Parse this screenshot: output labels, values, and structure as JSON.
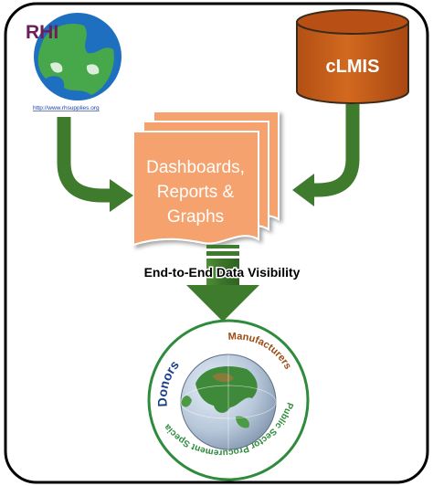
{
  "rhi": {
    "logo_text": "RHI",
    "url": "http://www.rhsupplies.org"
  },
  "clmis": {
    "label": "cLMIS"
  },
  "dashboards": {
    "line1": "Dashboards,",
    "line2": "Reports &",
    "line3": "Graphs"
  },
  "visibility_label": "End-to-End Data Visibility",
  "globe": {
    "donors": "Donors",
    "manufacturers": "Manufacturers",
    "public_sector": "Public Sector Procurement Specialist"
  },
  "colors": {
    "frame_border": "#000000",
    "rhi_text": "#6b1e5a",
    "rhi_blue": "#1f6fc0",
    "rhi_green": "#46a84a",
    "cylinder": "#c05a1b",
    "cylinder_top": "#b84f14",
    "doc_fill": "#f6a26e",
    "arrow_green": "#3e7b2c",
    "donors_text": "#1b3f8f",
    "manufacturers_text": "#9b4a12",
    "public_text": "#2e8b3c"
  }
}
